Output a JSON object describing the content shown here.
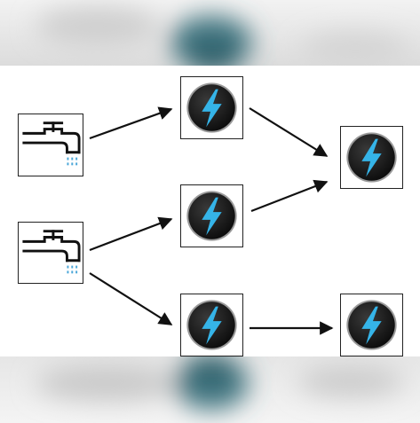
{
  "diagram": {
    "nodes": [
      {
        "id": "tap-1",
        "kind": "water-tap"
      },
      {
        "id": "tap-2",
        "kind": "water-tap"
      },
      {
        "id": "power-1",
        "kind": "lightning-button"
      },
      {
        "id": "power-2",
        "kind": "lightning-button"
      },
      {
        "id": "power-3",
        "kind": "lightning-button"
      },
      {
        "id": "power-4",
        "kind": "lightning-button"
      },
      {
        "id": "power-5",
        "kind": "lightning-button"
      }
    ],
    "edges": [
      {
        "from": "tap-1",
        "to": "power-1"
      },
      {
        "from": "tap-2",
        "to": "power-2"
      },
      {
        "from": "tap-2",
        "to": "power-3"
      },
      {
        "from": "power-1",
        "to": "power-4"
      },
      {
        "from": "power-2",
        "to": "power-4"
      },
      {
        "from": "power-3",
        "to": "power-5"
      }
    ]
  },
  "colors": {
    "lightning": "#35b4e8",
    "button": "#1a1a1a",
    "water": "#4aa6d8",
    "arrow": "#111111",
    "blur_teal": "#3f7480"
  },
  "icons": {
    "tap": "water-tap-icon",
    "power": "lightning-bolt-icon"
  }
}
